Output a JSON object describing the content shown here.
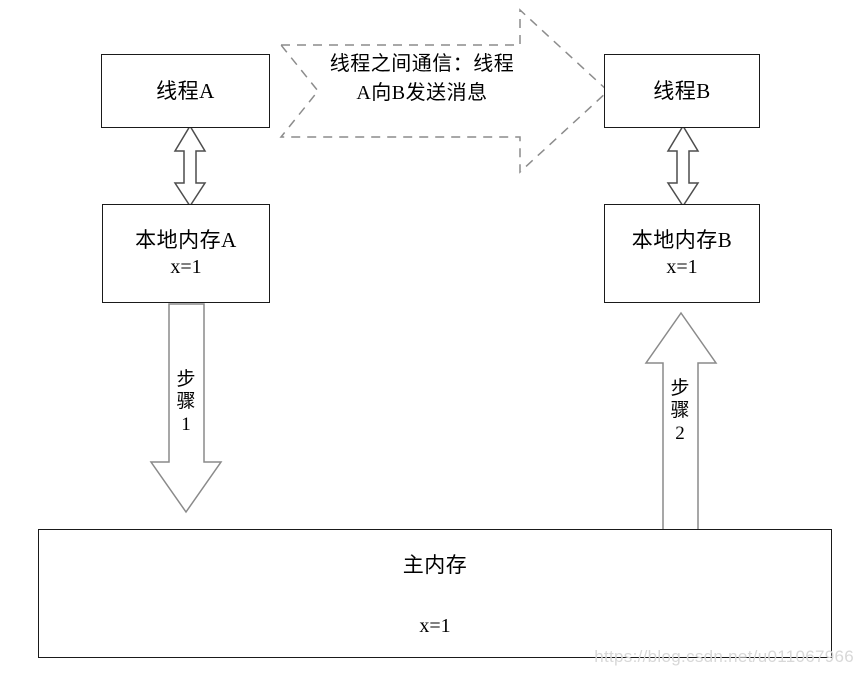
{
  "diagram": {
    "title": "Java Memory Model thread communication diagram",
    "background_color": "#ffffff",
    "stroke_color": "#1a1a1a",
    "dashed_stroke_color": "#8c8c8c",
    "outline_arrow_stroke_color": "#555555"
  },
  "nodes": {
    "thread_a": {
      "label": "线程A"
    },
    "thread_b": {
      "label": "线程B"
    },
    "local_memory_a": {
      "label": "本地内存A",
      "value": "x=1"
    },
    "local_memory_b": {
      "label": "本地内存B",
      "value": "x=1"
    },
    "main_memory": {
      "label": "主内存",
      "value": "x=1"
    }
  },
  "arrows": {
    "communication": {
      "label_line_1": "线程之间通信：线程",
      "label_line_2": "A向B发送消息",
      "style": "dashed",
      "direction": "left-to-right"
    },
    "thread_a_link": {
      "style": "double-headed-outline",
      "direction": "vertical"
    },
    "thread_b_link": {
      "style": "double-headed-outline",
      "direction": "vertical"
    },
    "step_1": {
      "label_char_1": "步",
      "label_char_2": "骤",
      "number": "1",
      "direction": "down",
      "style": "outline"
    },
    "step_2": {
      "label_char_1": "步",
      "label_char_2": "骤",
      "number": "2",
      "direction": "up",
      "style": "outline"
    }
  },
  "watermark": {
    "text": "https://blog.csdn.net/u011067966"
  }
}
